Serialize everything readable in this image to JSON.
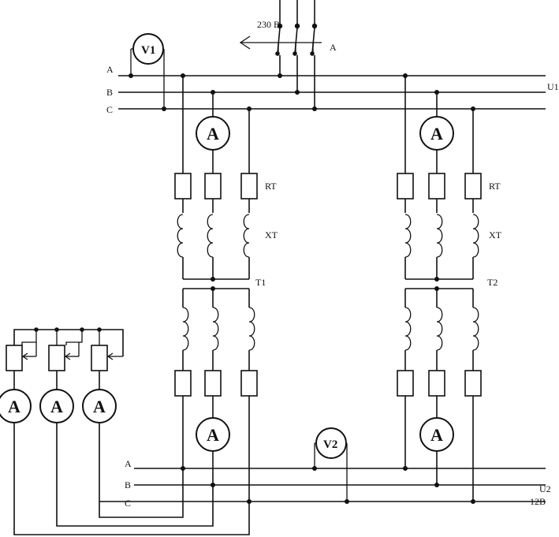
{
  "supply": {
    "voltage_label": "230 B",
    "switch_label": "A"
  },
  "buses_top": {
    "phase_a": "A",
    "phase_b": "B",
    "phase_c": "C",
    "voltage_label": "U1"
  },
  "buses_bottom": {
    "phase_a": "A",
    "phase_b": "B",
    "phase_c": "C",
    "voltage_label": "U2",
    "secondary_voltage": "12B"
  },
  "voltmeters": {
    "v1": "V1",
    "v2": "V2"
  },
  "ammeter_letter": "A",
  "transformer_1": {
    "name": "T1",
    "resistance_label": "RT",
    "reactance_label": "XT"
  },
  "transformer_2": {
    "name": "T2",
    "resistance_label": "RT",
    "reactance_label": "XT"
  }
}
